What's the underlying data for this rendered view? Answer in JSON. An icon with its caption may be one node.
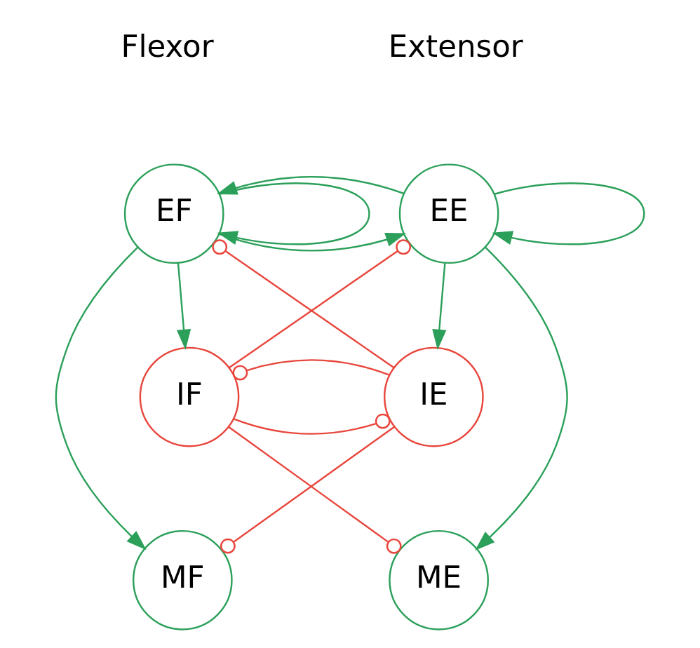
{
  "diagram": {
    "nodes": [
      {
        "text": [
          "EF"
        ]
      },
      {
        "text": [
          "EE"
        ]
      },
      {
        "text": [
          "IF"
        ]
      },
      {
        "text": [
          "IE"
        ]
      },
      {
        "text": [
          "MF"
        ]
      },
      {
        "text": [
          "ME"
        ]
      }
    ],
    "edges": [
      {
        "from": 0,
        "to": 0,
        "arrow": "to"
      },
      {
        "from": 1,
        "to": 1,
        "arrow": "to"
      },
      {
        "from": 0,
        "to": 1,
        "arrow": "to"
      },
      {
        "from": 1,
        "to": 0,
        "arrow": "to"
      },
      {
        "from": 0,
        "to": 2,
        "arrow": "to"
      },
      {
        "from": 1,
        "to": 3,
        "arrow": "to"
      },
      {
        "from": 0,
        "to": 4,
        "arrow": "to"
      },
      {
        "from": 1,
        "to": 5,
        "arrow": "to"
      },
      {
        "from": 2,
        "to": 1,
        "arrow": "other",
        "color": "#e8463c"
      },
      {
        "from": 3,
        "to": 0,
        "arrow": "other",
        "color": "#e8463c"
      },
      {
        "from": 2,
        "to": 3,
        "arrow": "other",
        "color": "#e8463c"
      },
      {
        "from": 3,
        "to": 2,
        "arrow": "other",
        "color": "#e8463c"
      },
      {
        "from": 3,
        "to": 4,
        "arrow": "other",
        "color": "#e8463c"
      },
      {
        "from": 2,
        "to": 5,
        "arrow": "other",
        "color": "#e8463c"
      }
    ],
    "labels": [
      "Flexor",
      "Extensor"
    ]
  }
}
